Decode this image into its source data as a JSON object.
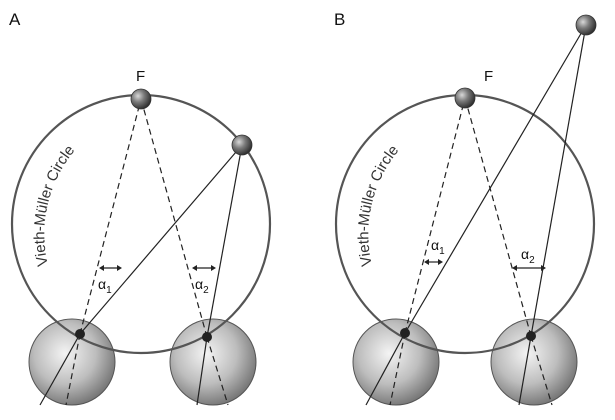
{
  "figure": {
    "panels": [
      {
        "id": "A",
        "letter": "A",
        "circle_label": "Vieth-Müller Circle",
        "fixation_label": "F",
        "angle_left": {
          "symbol": "α",
          "subscript": "1"
        },
        "angle_right": {
          "symbol": "α",
          "subscript": "2"
        }
      },
      {
        "id": "B",
        "letter": "B",
        "circle_label": "Vieth-Müller Circle",
        "fixation_label": "F",
        "angle_left": {
          "symbol": "α",
          "subscript": "1"
        },
        "angle_right": {
          "symbol": "α",
          "subscript": "2"
        }
      }
    ],
    "colors": {
      "circle": "#555555",
      "lines": "#222222",
      "ball": "#6a6a6a",
      "eyeball": "#c8c8c8"
    }
  }
}
